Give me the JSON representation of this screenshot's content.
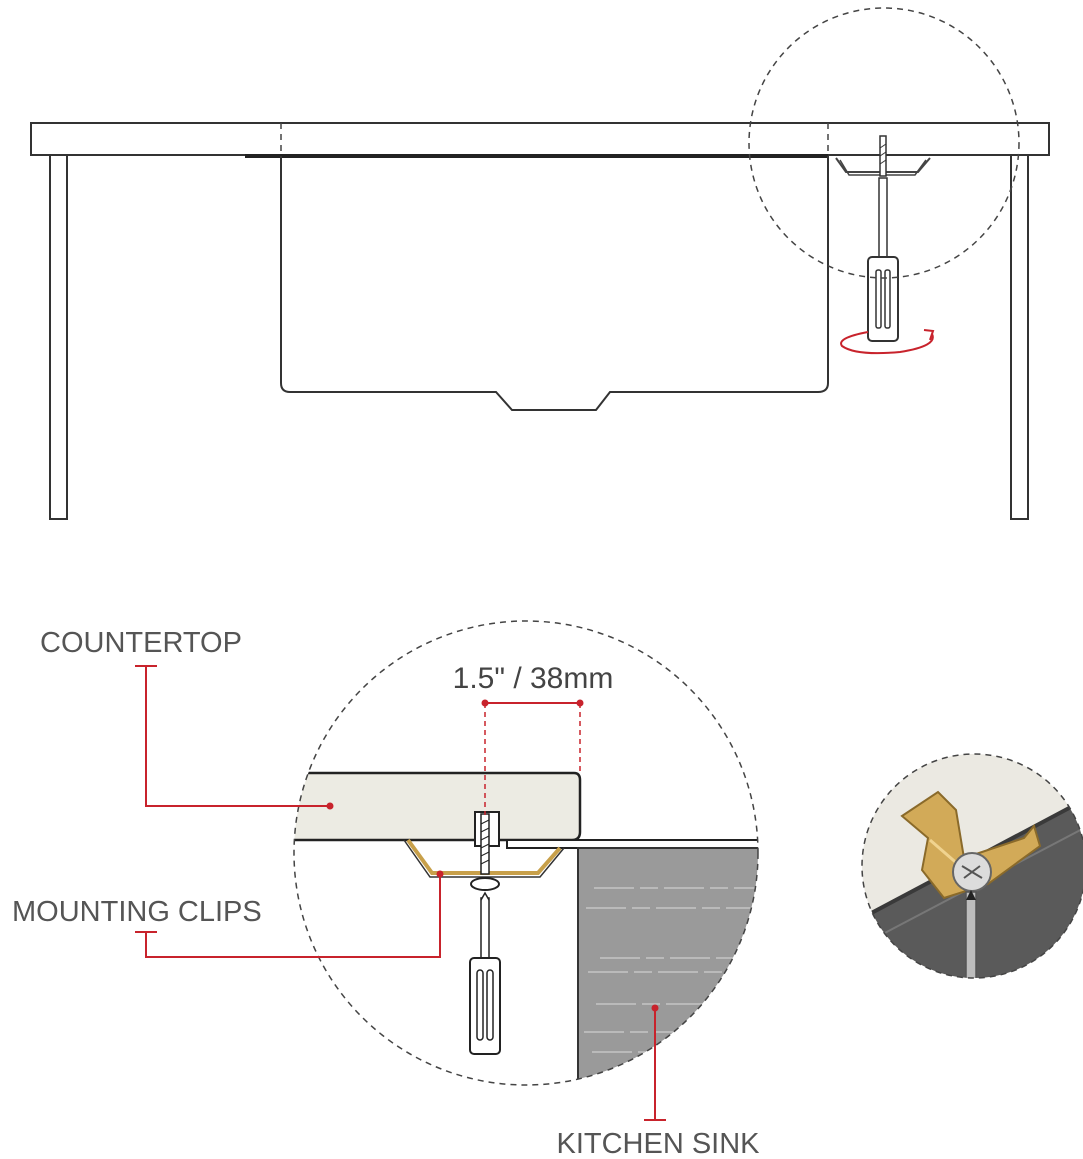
{
  "labels": {
    "countertop": "COUNTERTOP",
    "mounting_clips": "MOUNTING CLIPS",
    "kitchen_sink": "KITCHEN SINK",
    "dimension": "1.5\" / 38mm"
  },
  "colors": {
    "leader_red": "#c8232c",
    "outline": "#333333",
    "countertop_fill": "#ecebe3",
    "sink_fill": "#9a9a9a",
    "clip_gold": "#c8a04a",
    "dark_panel": "#5a5a5a"
  },
  "icons": [
    "screwdriver-icon",
    "rotation-arrow-icon",
    "screw-icon",
    "mounting-clip-icon"
  ]
}
